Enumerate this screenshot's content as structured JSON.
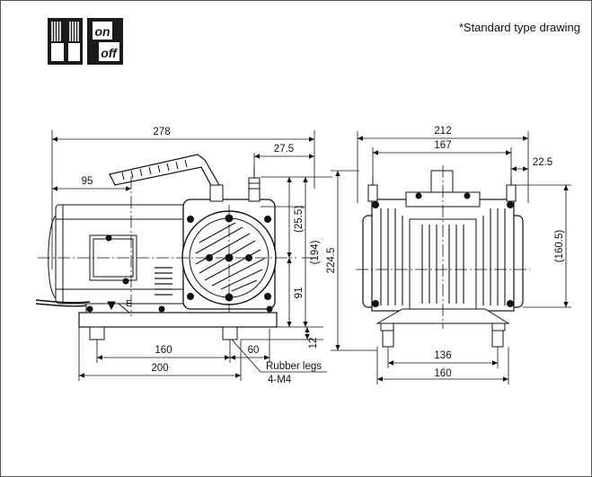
{
  "note": "*Standard type drawing",
  "icons": {
    "cable": "cable-terminal-icon",
    "switch": "on-off-switch-icon"
  },
  "switch_icon": {
    "on": "on",
    "off": "off"
  },
  "side_view": {
    "overall_length": "278",
    "spout_offset": "27.5",
    "handle_offset": "95",
    "head_upper": "(25.5)",
    "center_height": "(194)",
    "axis_height": "91",
    "total_height": "224.5",
    "leg_height": "12",
    "leg_span": "160",
    "leg_offset": "60",
    "base_length": "200",
    "leg_label_line1": "Rubber legs",
    "leg_label_line2": "4-M4",
    "ground_mark": "E"
  },
  "front_view": {
    "overall_width": "212",
    "port_span": "167",
    "port_offset": "22.5",
    "body_height": "(160.5)",
    "leg_span": "136",
    "base_width": "160"
  }
}
